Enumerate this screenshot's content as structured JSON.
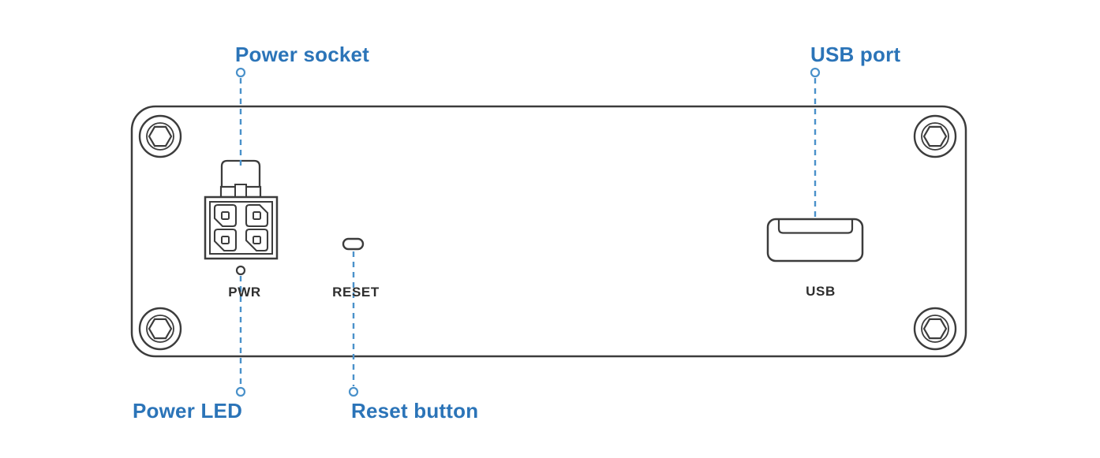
{
  "diagram": {
    "subject": "device-back-panel",
    "callouts": {
      "power_socket": "Power socket",
      "usb_port": "USB port",
      "power_led": "Power LED",
      "reset_button": "Reset button"
    },
    "panel_labels": {
      "pwr": "PWR",
      "reset": "RESET",
      "usb": "USB"
    },
    "colors": {
      "callout_text": "#2b74b8",
      "leader_line": "#4a91ca",
      "outline": "#3c3c3c",
      "panel_label_text": "#2e2e2e",
      "background": "#ffffff"
    }
  }
}
